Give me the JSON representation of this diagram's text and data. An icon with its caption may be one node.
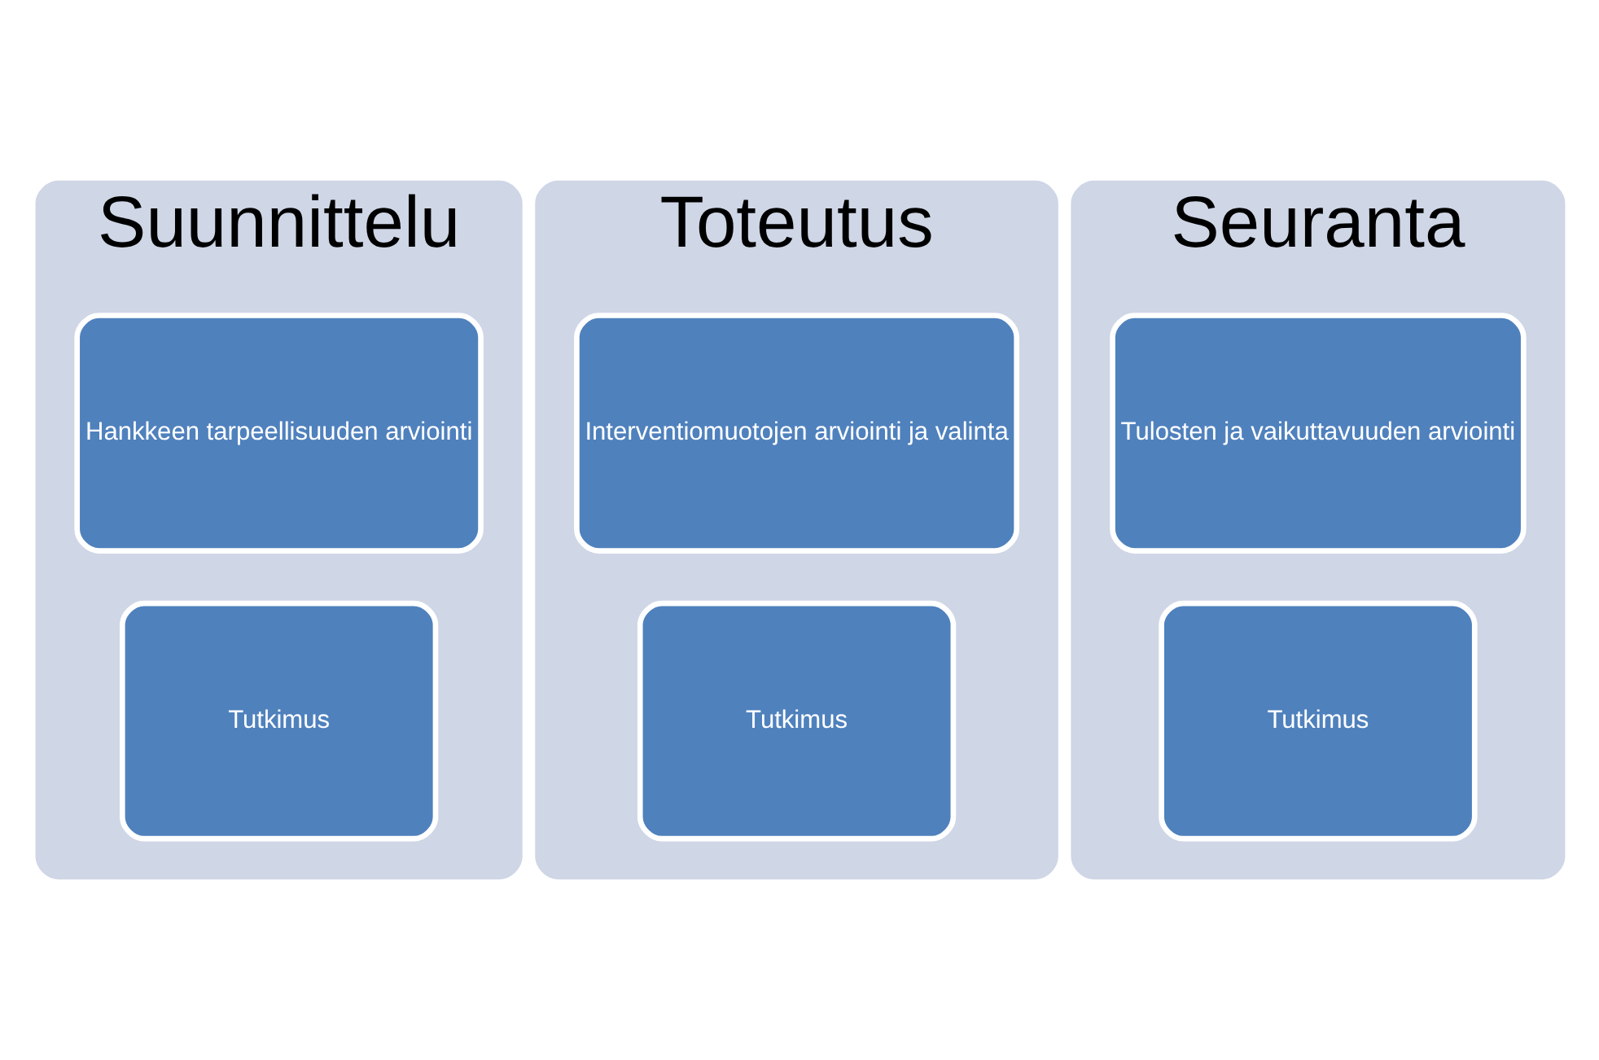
{
  "diagram": {
    "nodes": [
      {
        "text": [
          "Suunnittelu"
        ]
      },
      {
        "text": [
          "Hankkeen tarpeellisuuden arviointi"
        ],
        "in": 0
      },
      {
        "text": [
          "Tutkimus"
        ],
        "in": 0
      },
      {
        "text": [
          "Toteutus"
        ]
      },
      {
        "text": [
          "Interventiomuotojen arviointi ja valinta"
        ],
        "in": 3
      },
      {
        "text": [
          "Tutkimus"
        ],
        "in": 3
      },
      {
        "text": [
          "Seuranta"
        ]
      },
      {
        "text": [
          "Tulosten ja vaikuttavuuden arviointi"
        ],
        "in": 6
      },
      {
        "text": [
          "Tutkimus"
        ],
        "in": 6
      }
    ],
    "edges": []
  }
}
